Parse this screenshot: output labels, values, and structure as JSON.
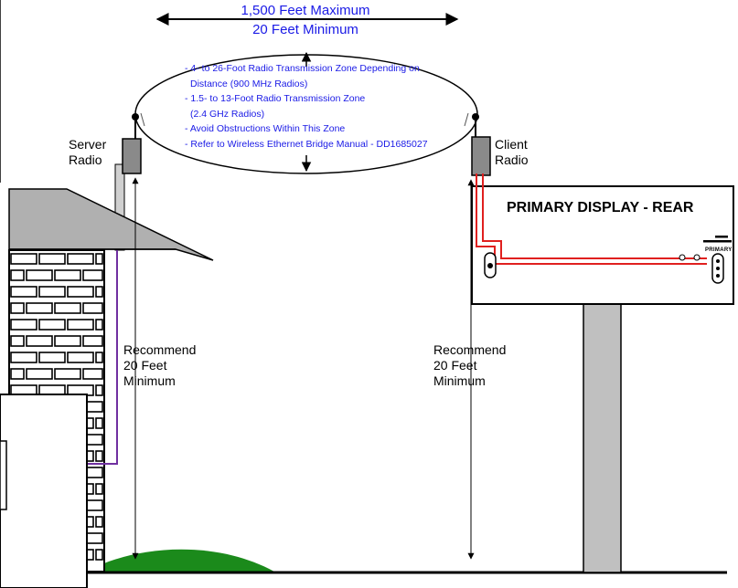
{
  "distance": {
    "max_label": "1,500 Feet Maximum",
    "min_label": "20 Feet Minimum"
  },
  "zone_notes": [
    "- 4- to 26-Foot Radio Transmission Zone Depending on",
    "  Distance (900 MHz Radios)",
    "- 1.5- to 13-Foot Radio Transmission Zone",
    "  (2.4 GHz Radios)",
    "- Avoid Obstructions Within This Zone",
    "- Refer to Wireless Ethernet Bridge Manual - DD1685027"
  ],
  "server": {
    "line1": "Server",
    "line2": "Radio"
  },
  "client": {
    "line1": "Client",
    "line2": "Radio"
  },
  "display": {
    "title": "PRIMARY DISPLAY - REAR",
    "brand": "PRIMARY"
  },
  "height_left": [
    "Recommend",
    "20 Feet",
    "Minimum"
  ],
  "height_right": [
    "Recommend",
    "20 Feet",
    "Minimum"
  ],
  "colors": {
    "text_blue": "#1a1ae6",
    "cable_purple": "#7030a0",
    "cable_red": "#e0201f",
    "grass": "#1b8a1b",
    "roof": "#b0b0b0",
    "post": "#c0c0c0"
  }
}
